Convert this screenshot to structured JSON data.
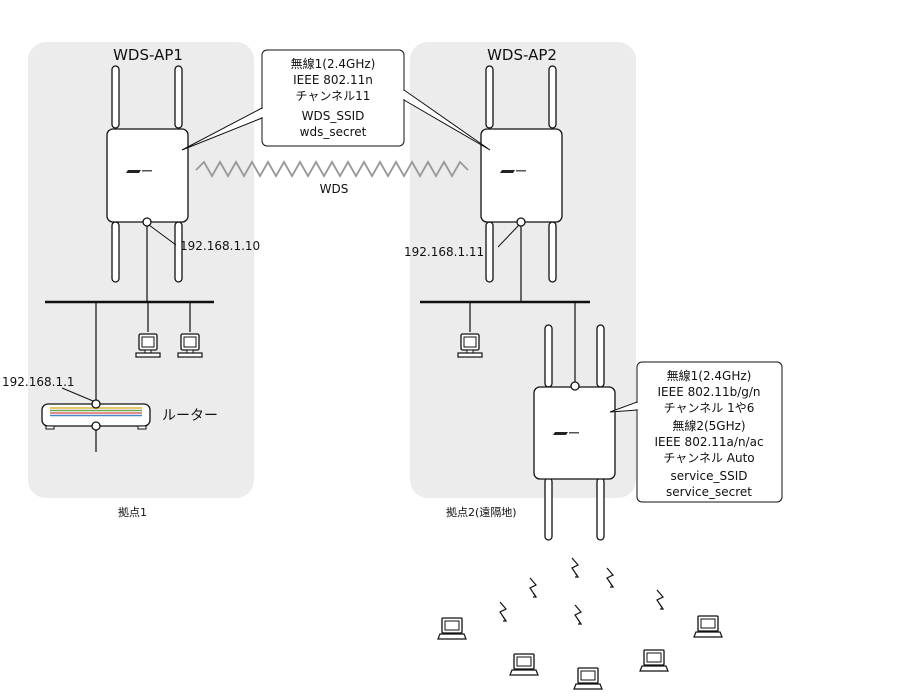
{
  "site1": {
    "title": "WDS-AP1",
    "caption": "拠点1",
    "ap_ip": "192.168.1.10",
    "router_ip": "192.168.1.1",
    "router_label": "ルーター"
  },
  "site2": {
    "title": "WDS-AP2",
    "caption": "拠点2(遠隔地)",
    "ap_ip": "192.168.1.11"
  },
  "link_label": "WDS",
  "wds_callout": [
    "無線1(2.4GHz)",
    "IEEE 802.11n",
    "チャンネル11",
    "WDS_SSID",
    "wds_secret"
  ],
  "service_callout": [
    "無線1(2.4GHz)",
    "IEEE 802.11b/g/n",
    "チャンネル 1や6",
    "無線2(5GHz)",
    "IEEE 802.11a/n/ac",
    "チャンネル Auto",
    "service_SSID",
    "service_secret"
  ],
  "colors": {
    "site_bg": "#ececec",
    "line": "#111111",
    "wave": "#999999"
  },
  "icons": [
    "access-point-icon",
    "desktop-pc-icon",
    "laptop-icon",
    "router-icon",
    "lightning-icon"
  ]
}
